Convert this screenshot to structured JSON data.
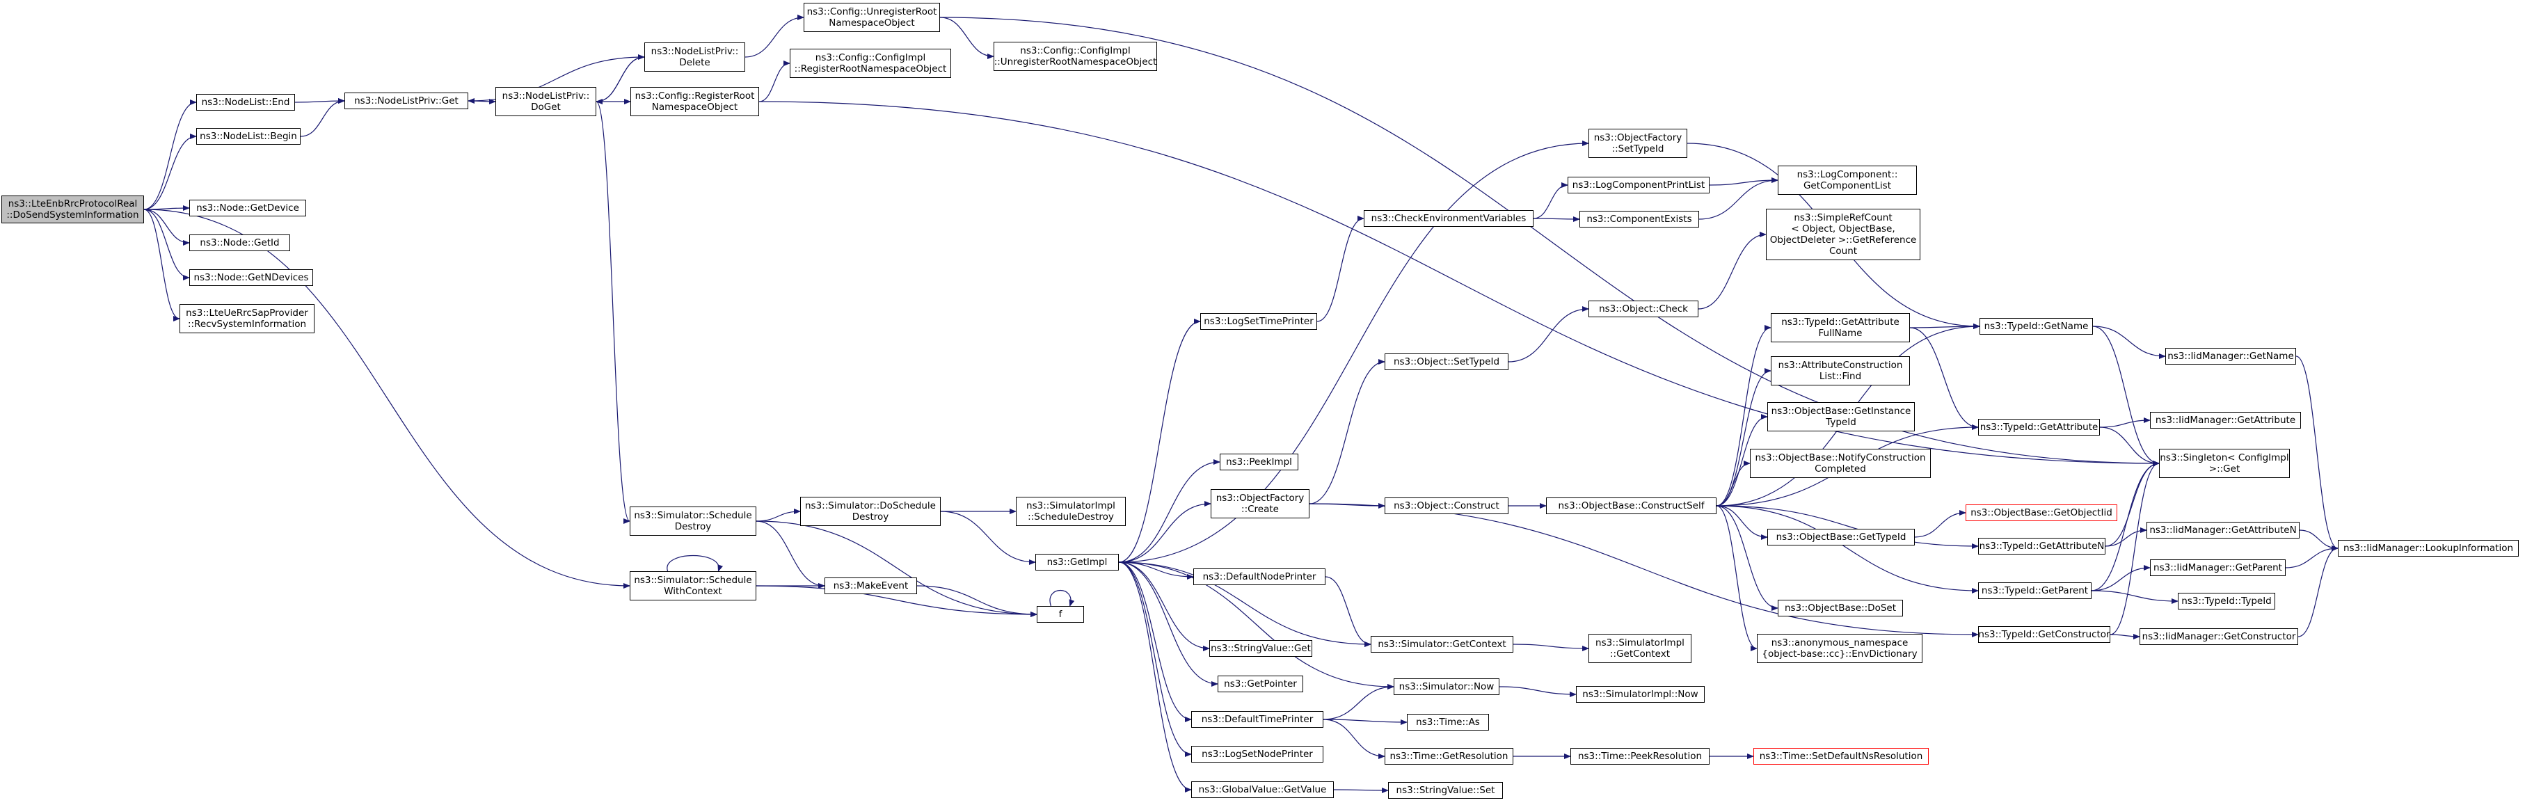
{
  "colors": {
    "edge": "#191970",
    "border": "#000000",
    "border_undocumented": "#ff0000",
    "root_fill": "#bfbfbf",
    "background": "#ffffff"
  },
  "nodes": [
    {
      "id": "root",
      "lines": [
        "ns3::LteEnbRrcProtocolReal",
        "::DoSendSystemInformation"
      ],
      "root": true
    },
    {
      "id": "nodelist_end",
      "lines": [
        "ns3::NodeList::End"
      ]
    },
    {
      "id": "nodelist_begin",
      "lines": [
        "ns3::NodeList::Begin"
      ]
    },
    {
      "id": "node_getdevice",
      "lines": [
        "ns3::Node::GetDevice"
      ]
    },
    {
      "id": "node_getid",
      "lines": [
        "ns3::Node::GetId"
      ]
    },
    {
      "id": "node_getndevices",
      "lines": [
        "ns3::Node::GetNDevices"
      ]
    },
    {
      "id": "ltesap_recv",
      "lines": [
        "ns3::LteUeRrcSapProvider",
        "::RecvSystemInformation"
      ]
    },
    {
      "id": "nlp_get",
      "lines": [
        "ns3::NodeListPriv::Get"
      ]
    },
    {
      "id": "nlp_delete",
      "lines": [
        "ns3::NodeListPriv::",
        "Delete"
      ]
    },
    {
      "id": "nlp_doget",
      "lines": [
        "ns3::NodeListPriv::",
        "DoGet"
      ]
    },
    {
      "id": "cfg_unreg",
      "lines": [
        "ns3::Config::UnregisterRoot",
        "NamespaceObject"
      ]
    },
    {
      "id": "cfgimpl_unreg",
      "lines": [
        "ns3::Config::ConfigImpl",
        "::UnregisterRootNamespaceObject"
      ]
    },
    {
      "id": "cfgimpl_reg",
      "lines": [
        "ns3::Config::ConfigImpl",
        "::RegisterRootNamespaceObject"
      ]
    },
    {
      "id": "cfg_reg",
      "lines": [
        "ns3::Config::RegisterRoot",
        "NamespaceObject"
      ]
    },
    {
      "id": "sim_scheddestroy",
      "lines": [
        "ns3::Simulator::Schedule",
        "Destroy"
      ]
    },
    {
      "id": "sim_schedctx",
      "lines": [
        "ns3::Simulator::Schedule",
        "WithContext"
      ]
    },
    {
      "id": "sim_doscheddestroy",
      "lines": [
        "ns3::Simulator::DoSchedule",
        "Destroy"
      ]
    },
    {
      "id": "makeevent",
      "lines": [
        "ns3::MakeEvent"
      ]
    },
    {
      "id": "simimpl_scheddestroy",
      "lines": [
        "ns3::SimulatorImpl",
        "::ScheduleDestroy"
      ]
    },
    {
      "id": "getimpl",
      "lines": [
        "ns3::GetImpl"
      ]
    },
    {
      "id": "f",
      "lines": [
        "f"
      ]
    },
    {
      "id": "logsettimeprinter",
      "lines": [
        "ns3::LogSetTimePrinter"
      ]
    },
    {
      "id": "peekimpl",
      "lines": [
        "ns3::PeekImpl"
      ]
    },
    {
      "id": "objfactory_create",
      "lines": [
        "ns3::ObjectFactory",
        "::Create"
      ]
    },
    {
      "id": "defaultnodeprinter",
      "lines": [
        "ns3::DefaultNodePrinter"
      ]
    },
    {
      "id": "stringvalue_get",
      "lines": [
        "ns3::StringValue::Get"
      ]
    },
    {
      "id": "getpointer",
      "lines": [
        "ns3::GetPointer"
      ]
    },
    {
      "id": "defaulttimeprinter",
      "lines": [
        "ns3::DefaultTimePrinter"
      ]
    },
    {
      "id": "logsetnodeprinter",
      "lines": [
        "ns3::LogSetNodePrinter"
      ]
    },
    {
      "id": "globalvalue_getvalue",
      "lines": [
        "ns3::GlobalValue::GetValue"
      ]
    },
    {
      "id": "checkenv",
      "lines": [
        "ns3::CheckEnvironmentVariables"
      ]
    },
    {
      "id": "objfactory_settypeid",
      "lines": [
        "ns3::ObjectFactory",
        "::SetTypeId"
      ]
    },
    {
      "id": "logcomponentprintlist",
      "lines": [
        "ns3::LogComponentPrintList"
      ]
    },
    {
      "id": "componentexists",
      "lines": [
        "ns3::ComponentExists"
      ]
    },
    {
      "id": "logcomponent_getlist",
      "lines": [
        "ns3::LogComponent::",
        "GetComponentList"
      ]
    },
    {
      "id": "simplerefcount",
      "lines": [
        "ns3::SimpleRefCount",
        "< Object, ObjectBase,",
        "ObjectDeleter >::GetReference",
        "Count"
      ]
    },
    {
      "id": "object_check",
      "lines": [
        "ns3::Object::Check"
      ]
    },
    {
      "id": "object_settypeid",
      "lines": [
        "ns3::Object::SetTypeId"
      ]
    },
    {
      "id": "object_construct",
      "lines": [
        "ns3::Object::Construct"
      ]
    },
    {
      "id": "objbase_constructself",
      "lines": [
        "ns3::ObjectBase::ConstructSelf"
      ]
    },
    {
      "id": "sim_getcontext",
      "lines": [
        "ns3::Simulator::GetContext"
      ]
    },
    {
      "id": "simimpl_getcontext",
      "lines": [
        "ns3::SimulatorImpl",
        "::GetContext"
      ]
    },
    {
      "id": "sim_now",
      "lines": [
        "ns3::Simulator::Now"
      ]
    },
    {
      "id": "simimpl_now",
      "lines": [
        "ns3::SimulatorImpl::Now"
      ]
    },
    {
      "id": "time_as",
      "lines": [
        "ns3::Time::As"
      ]
    },
    {
      "id": "time_getres",
      "lines": [
        "ns3::Time::GetResolution"
      ]
    },
    {
      "id": "time_peekres",
      "lines": [
        "ns3::Time::PeekResolution"
      ]
    },
    {
      "id": "time_setdefault",
      "lines": [
        "ns3::Time::SetDefaultNsResolution"
      ],
      "red": true
    },
    {
      "id": "stringvalue_set",
      "lines": [
        "ns3::StringValue::Set"
      ]
    },
    {
      "id": "typeid_getattrfullname",
      "lines": [
        "ns3::TypeId::GetAttribute",
        "FullName"
      ]
    },
    {
      "id": "attrconstructionlist_find",
      "lines": [
        "ns3::AttributeConstruction",
        "List::Find"
      ]
    },
    {
      "id": "objbase_getinstancetypeid",
      "lines": [
        "ns3::ObjectBase::GetInstance",
        "TypeId"
      ]
    },
    {
      "id": "objbase_notify",
      "lines": [
        "ns3::ObjectBase::NotifyConstruction",
        "Completed"
      ]
    },
    {
      "id": "objbase_gettypeid",
      "lines": [
        "ns3::ObjectBase::GetTypeId"
      ]
    },
    {
      "id": "objbase_doset",
      "lines": [
        "ns3::ObjectBase::DoSet"
      ]
    },
    {
      "id": "anon_envdict",
      "lines": [
        "ns3::anonymous_namespace",
        "{object-base::cc}::EnvDictionary"
      ]
    },
    {
      "id": "objbase_getobjectiid",
      "lines": [
        "ns3::ObjectBase::GetObjectIid"
      ],
      "red": true
    },
    {
      "id": "typeid_getname",
      "lines": [
        "ns3::TypeId::GetName"
      ]
    },
    {
      "id": "typeid_getattribute",
      "lines": [
        "ns3::TypeId::GetAttribute"
      ]
    },
    {
      "id": "typeid_getattributen",
      "lines": [
        "ns3::TypeId::GetAttributeN"
      ]
    },
    {
      "id": "typeid_getparent",
      "lines": [
        "ns3::TypeId::GetParent"
      ]
    },
    {
      "id": "typeid_getconstructor",
      "lines": [
        "ns3::TypeId::GetConstructor"
      ]
    },
    {
      "id": "iidmgr_getname",
      "lines": [
        "ns3::IidManager::GetName"
      ]
    },
    {
      "id": "iidmgr_getattribute",
      "lines": [
        "ns3::IidManager::GetAttribute"
      ]
    },
    {
      "id": "singleton_get",
      "lines": [
        "ns3::Singleton< ConfigImpl",
        ">::Get"
      ]
    },
    {
      "id": "iidmgr_getattributen",
      "lines": [
        "ns3::IidManager::GetAttributeN"
      ]
    },
    {
      "id": "iidmgr_getparent",
      "lines": [
        "ns3::IidManager::GetParent"
      ]
    },
    {
      "id": "typeid_typeid",
      "lines": [
        "ns3::TypeId::TypeId"
      ]
    },
    {
      "id": "iidmgr_getconstructor",
      "lines": [
        "ns3::IidManager::GetConstructor"
      ]
    },
    {
      "id": "iidmgr_lookup",
      "lines": [
        "ns3::IidManager::LookupInformation"
      ]
    }
  ],
  "edges": [
    [
      "root",
      "nodelist_end"
    ],
    [
      "root",
      "nodelist_begin"
    ],
    [
      "root",
      "node_getdevice"
    ],
    [
      "root",
      "node_getid"
    ],
    [
      "root",
      "node_getndevices"
    ],
    [
      "root",
      "ltesap_recv"
    ],
    [
      "root",
      "sim_schedctx"
    ],
    [
      "nodelist_end",
      "nlp_get"
    ],
    [
      "nodelist_begin",
      "nlp_get"
    ],
    [
      "nlp_get",
      "nlp_doget"
    ],
    [
      "nlp_delete",
      "nlp_get"
    ],
    [
      "nlp_delete",
      "nlp_doget"
    ],
    [
      "nlp_doget",
      "nlp_delete"
    ],
    [
      "nlp_delete",
      "cfg_unreg"
    ],
    [
      "nlp_doget",
      "cfg_reg"
    ],
    [
      "nlp_doget",
      "sim_scheddestroy"
    ],
    [
      "cfg_unreg",
      "cfgimpl_unreg"
    ],
    [
      "cfg_unreg",
      "singleton_get"
    ],
    [
      "cfg_reg",
      "cfgimpl_reg"
    ],
    [
      "cfg_reg",
      "singleton_get"
    ],
    [
      "sim_scheddestroy",
      "sim_doscheddestroy"
    ],
    [
      "sim_scheddestroy",
      "makeevent"
    ],
    [
      "sim_scheddestroy",
      "f"
    ],
    [
      "sim_schedctx",
      "sim_schedctx"
    ],
    [
      "sim_schedctx",
      "makeevent"
    ],
    [
      "sim_schedctx",
      "f"
    ],
    [
      "sim_doscheddestroy",
      "simimpl_scheddestroy"
    ],
    [
      "sim_doscheddestroy",
      "getimpl"
    ],
    [
      "makeevent",
      "f"
    ],
    [
      "f",
      "f"
    ],
    [
      "getimpl",
      "logsettimeprinter"
    ],
    [
      "getimpl",
      "peekimpl"
    ],
    [
      "getimpl",
      "objfactory_create"
    ],
    [
      "getimpl",
      "defaultnodeprinter"
    ],
    [
      "getimpl",
      "stringvalue_get"
    ],
    [
      "getimpl",
      "getpointer"
    ],
    [
      "getimpl",
      "defaulttimeprinter"
    ],
    [
      "getimpl",
      "logsetnodeprinter"
    ],
    [
      "getimpl",
      "globalvalue_getvalue"
    ],
    [
      "getimpl",
      "objfactory_settypeid"
    ],
    [
      "getimpl",
      "sim_getcontext"
    ],
    [
      "getimpl",
      "sim_now"
    ],
    [
      "logsettimeprinter",
      "checkenv"
    ],
    [
      "checkenv",
      "logcomponentprintlist"
    ],
    [
      "checkenv",
      "componentexists"
    ],
    [
      "logcomponentprintlist",
      "logcomponent_getlist"
    ],
    [
      "componentexists",
      "logcomponent_getlist"
    ],
    [
      "objfactory_settypeid",
      "typeid_getname"
    ],
    [
      "objfactory_create",
      "object_settypeid"
    ],
    [
      "objfactory_create",
      "object_construct"
    ],
    [
      "objfactory_create",
      "typeid_getconstructor"
    ],
    [
      "object_settypeid",
      "object_check"
    ],
    [
      "object_check",
      "simplerefcount"
    ],
    [
      "object_construct",
      "objbase_constructself"
    ],
    [
      "objbase_constructself",
      "typeid_getattrfullname"
    ],
    [
      "objbase_constructself",
      "attrconstructionlist_find"
    ],
    [
      "objbase_constructself",
      "objbase_getinstancetypeid"
    ],
    [
      "objbase_constructself",
      "objbase_notify"
    ],
    [
      "objbase_constructself",
      "objbase_gettypeid"
    ],
    [
      "objbase_constructself",
      "objbase_doset"
    ],
    [
      "objbase_constructself",
      "anon_envdict"
    ],
    [
      "objbase_constructself",
      "typeid_getname"
    ],
    [
      "objbase_constructself",
      "typeid_getattribute"
    ],
    [
      "objbase_constructself",
      "typeid_getattributen"
    ],
    [
      "objbase_constructself",
      "typeid_getparent"
    ],
    [
      "objbase_gettypeid",
      "objbase_getobjectiid"
    ],
    [
      "defaultnodeprinter",
      "sim_getcontext"
    ],
    [
      "sim_getcontext",
      "simimpl_getcontext"
    ],
    [
      "defaulttimeprinter",
      "sim_now"
    ],
    [
      "defaulttimeprinter",
      "time_as"
    ],
    [
      "defaulttimeprinter",
      "time_getres"
    ],
    [
      "sim_now",
      "simimpl_now"
    ],
    [
      "time_getres",
      "time_peekres"
    ],
    [
      "time_peekres",
      "time_setdefault"
    ],
    [
      "globalvalue_getvalue",
      "stringvalue_set"
    ],
    [
      "typeid_getattrfullname",
      "typeid_getname"
    ],
    [
      "typeid_getattrfullname",
      "typeid_getattribute"
    ],
    [
      "typeid_getname",
      "iidmgr_getname"
    ],
    [
      "typeid_getname",
      "singleton_get"
    ],
    [
      "typeid_getattribute",
      "iidmgr_getattribute"
    ],
    [
      "typeid_getattribute",
      "singleton_get"
    ],
    [
      "typeid_getattributen",
      "iidmgr_getattributen"
    ],
    [
      "typeid_getattributen",
      "singleton_get"
    ],
    [
      "typeid_getparent",
      "iidmgr_getparent"
    ],
    [
      "typeid_getparent",
      "typeid_typeid"
    ],
    [
      "typeid_getparent",
      "singleton_get"
    ],
    [
      "typeid_getconstructor",
      "iidmgr_getconstructor"
    ],
    [
      "typeid_getconstructor",
      "singleton_get"
    ],
    [
      "iidmgr_getname",
      "iidmgr_lookup"
    ],
    [
      "iidmgr_getattributen",
      "iidmgr_lookup"
    ],
    [
      "iidmgr_getparent",
      "iidmgr_lookup"
    ],
    [
      "iidmgr_getconstructor",
      "iidmgr_lookup"
    ]
  ]
}
